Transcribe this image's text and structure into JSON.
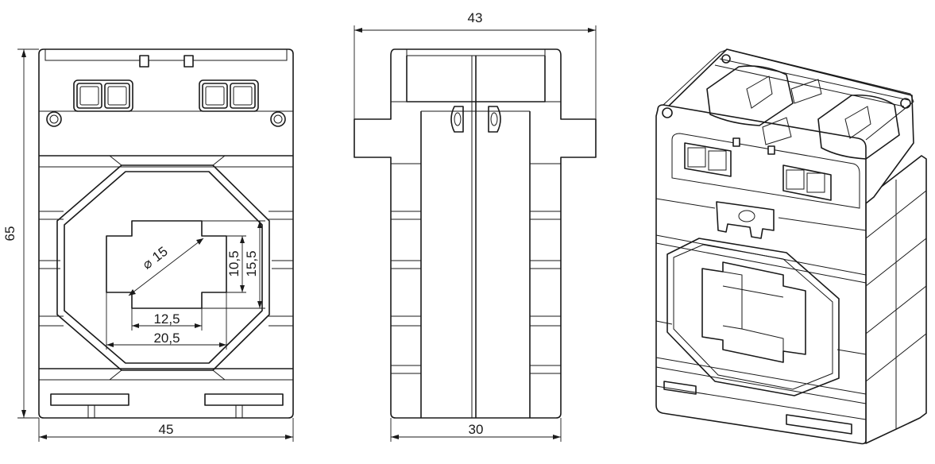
{
  "dimensions": {
    "overall_height": "65",
    "front_width": "45",
    "side_depth_top": "43",
    "side_depth_bottom": "30",
    "window_diameter": "15",
    "window_height_inner": "10,5",
    "window_height_outer": "15,5",
    "window_width_inner": "12,5",
    "window_width_outer": "20,5"
  },
  "symbols": {
    "diameter": "⌀"
  },
  "colors": {
    "line": "#1a1a1a",
    "background": "#ffffff"
  }
}
